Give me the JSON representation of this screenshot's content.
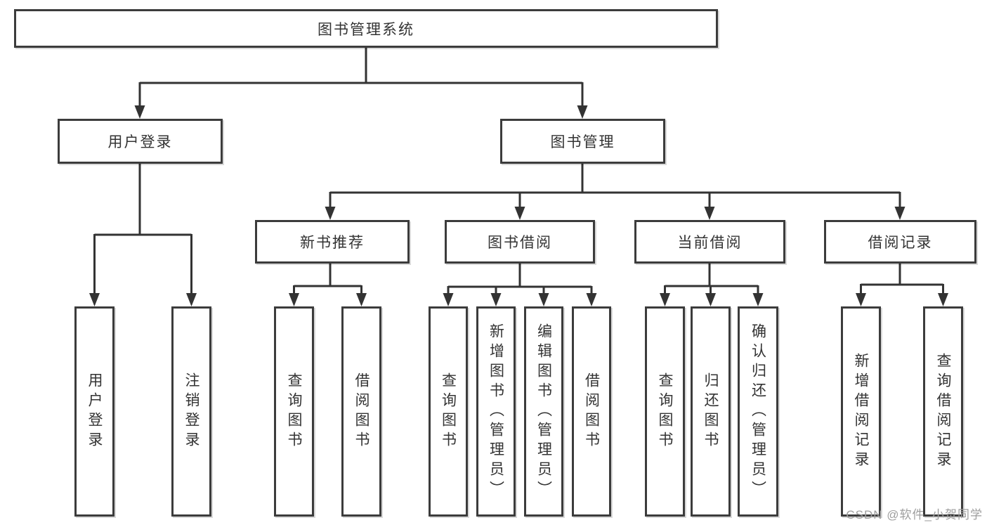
{
  "colors": {
    "line": "#333333",
    "border": "#3c3c3c",
    "text": "#333333",
    "wm": "#9e9e9e",
    "bg": "#ffffff"
  },
  "watermark": "CSDN @软件_小贺同学",
  "tree": {
    "label": "图书管理系统",
    "children": [
      {
        "label": "用户登录",
        "children": [
          {
            "label": "用户登录"
          },
          {
            "label": "注销登录"
          }
        ]
      },
      {
        "label": "图书管理",
        "children": [
          {
            "label": "新书推荐",
            "children": [
              {
                "label": "查询图书"
              },
              {
                "label": "借阅图书"
              }
            ]
          },
          {
            "label": "图书借阅",
            "children": [
              {
                "label": "查询图书"
              },
              {
                "label": "新增图书（管理员）"
              },
              {
                "label": "编辑图书（管理员）"
              },
              {
                "label": "借阅图书"
              }
            ]
          },
          {
            "label": "当前借阅",
            "children": [
              {
                "label": "查询图书"
              },
              {
                "label": "归还图书"
              },
              {
                "label": "确认归还（管理员）"
              }
            ]
          },
          {
            "label": "借阅记录",
            "children": [
              {
                "label": "新增借阅记录"
              },
              {
                "label": "查询借阅记录"
              }
            ]
          }
        ]
      }
    ]
  }
}
